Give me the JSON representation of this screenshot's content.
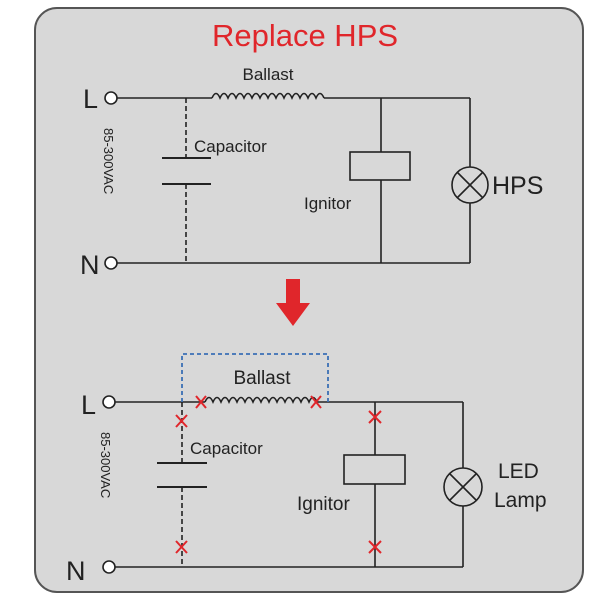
{
  "title": "Replace HPS",
  "colors": {
    "background": "#ffffff",
    "panel": "#d8d8d8",
    "panel_border": "#555555",
    "wire": "#222222",
    "title": "#e0262b",
    "arrow": "#e0262b",
    "cross": "#e0262b",
    "bypass": "#3a6fb5"
  },
  "top_circuit": {
    "terminal_l": "L",
    "terminal_n": "N",
    "voltage": "85-300VAC",
    "ballast": "Ballast",
    "capacitor": "Capacitor",
    "ignitor": "Ignitor",
    "lamp": "HPS"
  },
  "bottom_circuit": {
    "terminal_l": "L",
    "terminal_n": "N",
    "voltage": "85-300VAC",
    "ballast": "Ballast",
    "capacitor": "Capacitor",
    "ignitor": "Ignitor",
    "lamp_line1": "LED",
    "lamp_line2": "Lamp"
  },
  "arrow_icon": "down-arrow-icon",
  "cross_icon": "x-mark-icon"
}
